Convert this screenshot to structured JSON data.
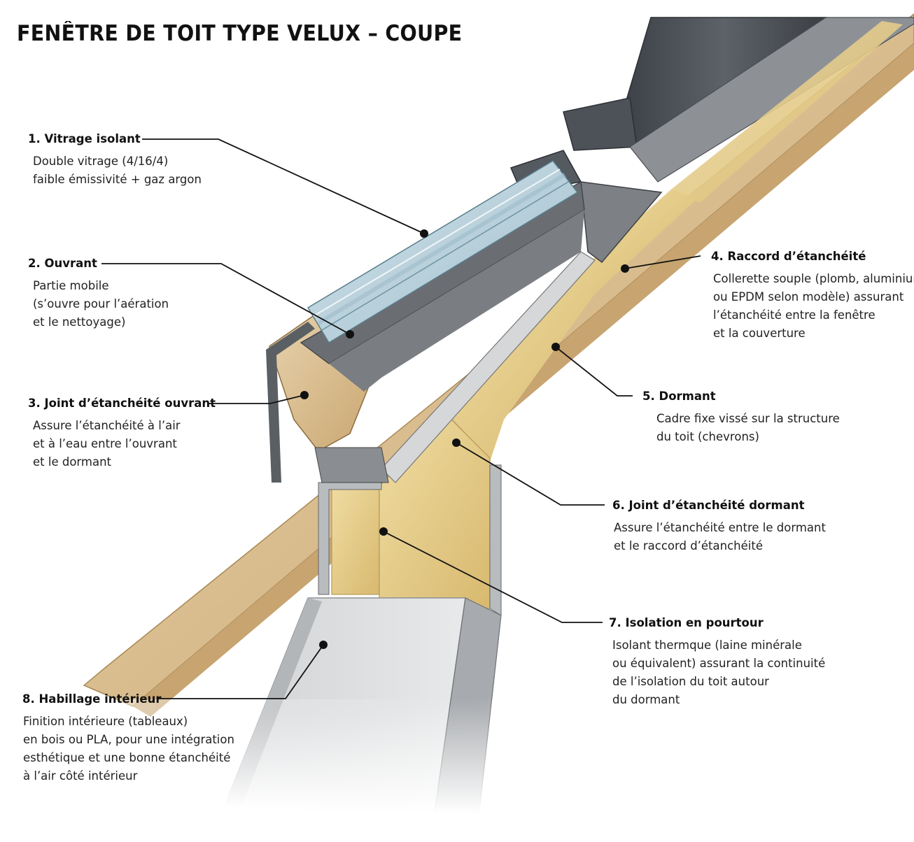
{
  "title": "FENÊTRE DE TOIT TYPE VELUX – COUPE",
  "labels": [
    {
      "num": "1.",
      "name": "Vitrage isolant",
      "lines": [
        "Double vitrage (4/16/4)",
        "faible émissivité + gaz argon"
      ]
    },
    {
      "num": "2.",
      "name": "Ouvrant",
      "lines": [
        "Partie mobile",
        "(s’ouvre pour l’aération",
        "et le nettoyage)"
      ]
    },
    {
      "num": "3.",
      "name": "Joint d’étanchéité ouvrant",
      "lines": [
        "Assure l’étanchéité à l’air",
        "et à l’eau entre l’ouvrant",
        "et le dormant"
      ]
    },
    {
      "num": "4.",
      "name": "Raccord d’étanchéité",
      "lines": [
        "Collerette souple (plomb, aluminium",
        "ou EPDM selon modèle) assurant",
        "l’étanchéité entre la fenêtre",
        "et la couverture"
      ]
    },
    {
      "num": "5.",
      "name": "Dormant",
      "lines": [
        "Cadre fixe vissé sur la structure",
        "du toit (chevrons)"
      ]
    },
    {
      "num": "6.",
      "name": "Joint d’étanchéité dormant",
      "lines": [
        "Assure l’étanchéité entre le dormant",
        "et le raccord d’étanchéité"
      ]
    },
    {
      "num": "7.",
      "name": "Isolation en pourtour",
      "lines": [
        "Isolant thermque (laine minérale",
        "ou équivalent) assurant la continuité",
        "de l’isolation du toit autour",
        "du dormant"
      ]
    },
    {
      "num": "8.",
      "name": "Habillage intérieur",
      "lines": [
        "Finition intérieure (tableaux)",
        "en bois ou PLA, pour une intégration",
        "esthétique et une bonne étanchéité",
        "à l’air côté intérieur"
      ]
    }
  ],
  "colors": {
    "wood": "#dcc39a",
    "wood_dark": "#c9a772",
    "insulation": "#e7cf8c",
    "metal": "#c7c9cb",
    "metal_dark": "#6e7175",
    "glass": "#b9d3de",
    "slate": "#4a4f55",
    "leader": "#111111"
  }
}
